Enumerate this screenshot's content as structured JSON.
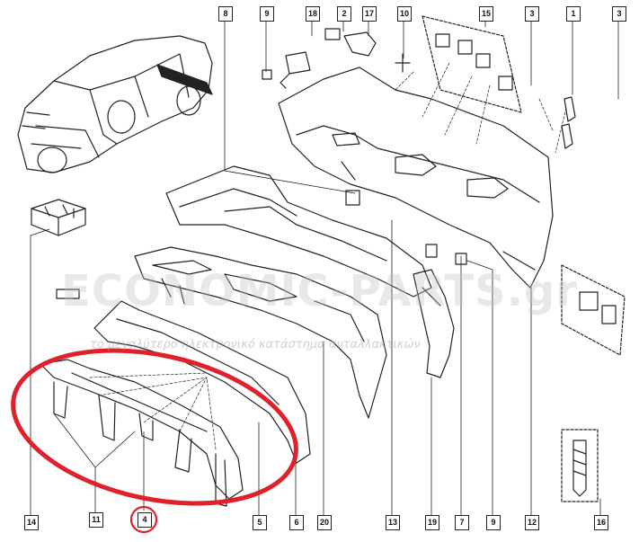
{
  "diagram": {
    "watermark": {
      "brand": "ECONOMIC-PARTS.gr",
      "slogan": "το μεγαλύτερο ηλεκτρονικό κατάστημα ανταλλακτικών"
    },
    "callouts": {
      "c8": "8",
      "c9": "9",
      "c18": "18",
      "c2": "2",
      "c17": "17",
      "c10": "10",
      "c15": "15",
      "c3a": "3",
      "c1": "1",
      "c3b": "3",
      "c14": "14",
      "c11": "11",
      "c4": "4",
      "c5": "5",
      "c6": "6",
      "c20": "20",
      "c13": "13",
      "c19": "19",
      "c7": "7",
      "c9b": "9",
      "c12": "12",
      "c16": "16"
    },
    "highlight": {
      "color": "#e0202a",
      "target": "4"
    },
    "line_color": "#222222"
  }
}
